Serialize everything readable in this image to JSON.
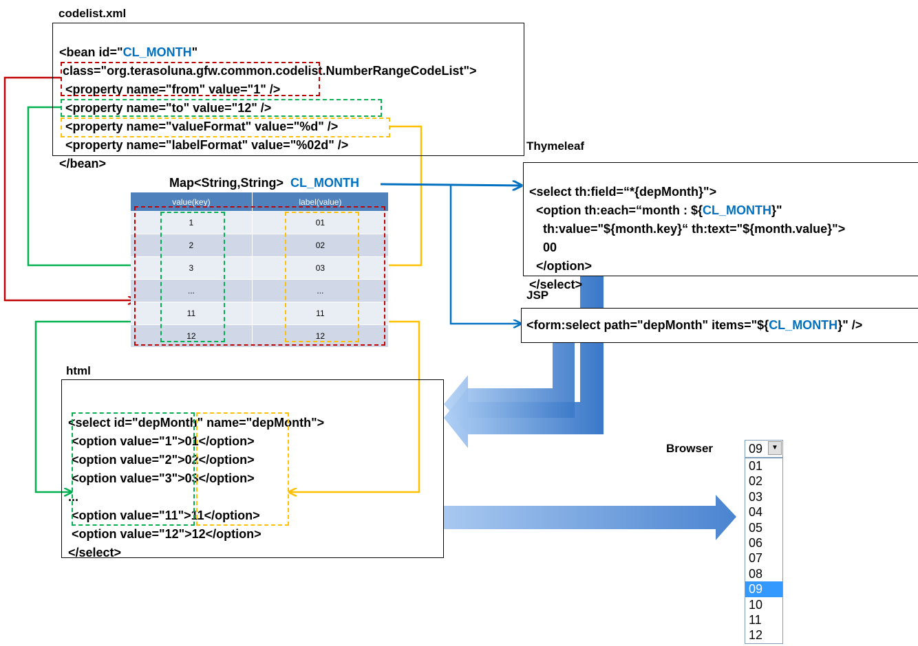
{
  "colors": {
    "highlight": "#0070c0",
    "red": "#c00000",
    "green": "#00b050",
    "yellow": "#ffc000",
    "blue": "#0070c0",
    "table_header": "#4f81bd",
    "selected_option": "#3399ff"
  },
  "codelist": {
    "title": "codelist.xml",
    "lines": [
      {
        "pre": "<bean id=\"",
        "hl": "CL_MONTH",
        "post": "\""
      },
      {
        "pre": " class=\"org.terasoluna.gfw.common.codelist.NumberRangeCodeList\">",
        "hl": "",
        "post": ""
      },
      {
        "pre": "<property name=\"from\" value=\"1\" />",
        "hl": "",
        "post": ""
      },
      {
        "pre": "<property name=\"to\" value=\"12\" />",
        "hl": "",
        "post": ""
      },
      {
        "pre": "<property name=\"valueFormat\" value=\"%d\" />",
        "hl": "",
        "post": ""
      },
      {
        "pre": "<property name=\"labelFormat\" value=\"%02d\" />",
        "hl": "",
        "post": ""
      },
      {
        "pre": "</bean>",
        "hl": "",
        "post": ""
      }
    ]
  },
  "map": {
    "title": "Map<String,String>",
    "name": "CL_MONTH",
    "headers": [
      "value(key)",
      "label(value)"
    ],
    "rows": [
      [
        "1",
        "01"
      ],
      [
        "2",
        "02"
      ],
      [
        "3",
        "03"
      ],
      [
        "...",
        "..."
      ],
      [
        "11",
        "11"
      ],
      [
        "12",
        "12"
      ]
    ]
  },
  "thymeleaf": {
    "title": "Thymeleaf",
    "lines": [
      {
        "pre": "<select th:field=“*{depMonth}\">",
        "hl": "",
        "post": ""
      },
      {
        "pre": "  <option th:each=“month : ${",
        "hl": "CL_MONTH",
        "post": "}\""
      },
      {
        "pre": "    th:value=\"${month.key}“ th:text=\"${month.value}\">",
        "hl": "",
        "post": ""
      },
      {
        "pre": "    00",
        "hl": "",
        "post": ""
      },
      {
        "pre": "  </option>",
        "hl": "",
        "post": ""
      },
      {
        "pre": "</select>",
        "hl": "",
        "post": ""
      }
    ]
  },
  "jsp": {
    "title": "JSP",
    "line": {
      "pre": "<form:select path=\"depMonth\" items=\"${",
      "hl": "CL_MONTH",
      "post": "}\" />"
    }
  },
  "html": {
    "title": "html",
    "lines": [
      "<select id=\"depMonth\" name=\"depMonth\">",
      " <option value=\"1\">01</option>",
      " <option value=\"2\">02</option>",
      " <option value=\"3\">03</option>",
      "...",
      " <option value=\"11\">11</option>",
      " <option value=\"12\">12</option>",
      "</select>"
    ]
  },
  "browser": {
    "title": "Browser",
    "selected": "09",
    "options": [
      "01",
      "02",
      "03",
      "04",
      "05",
      "06",
      "07",
      "08",
      "09",
      "10",
      "11",
      "12"
    ]
  }
}
